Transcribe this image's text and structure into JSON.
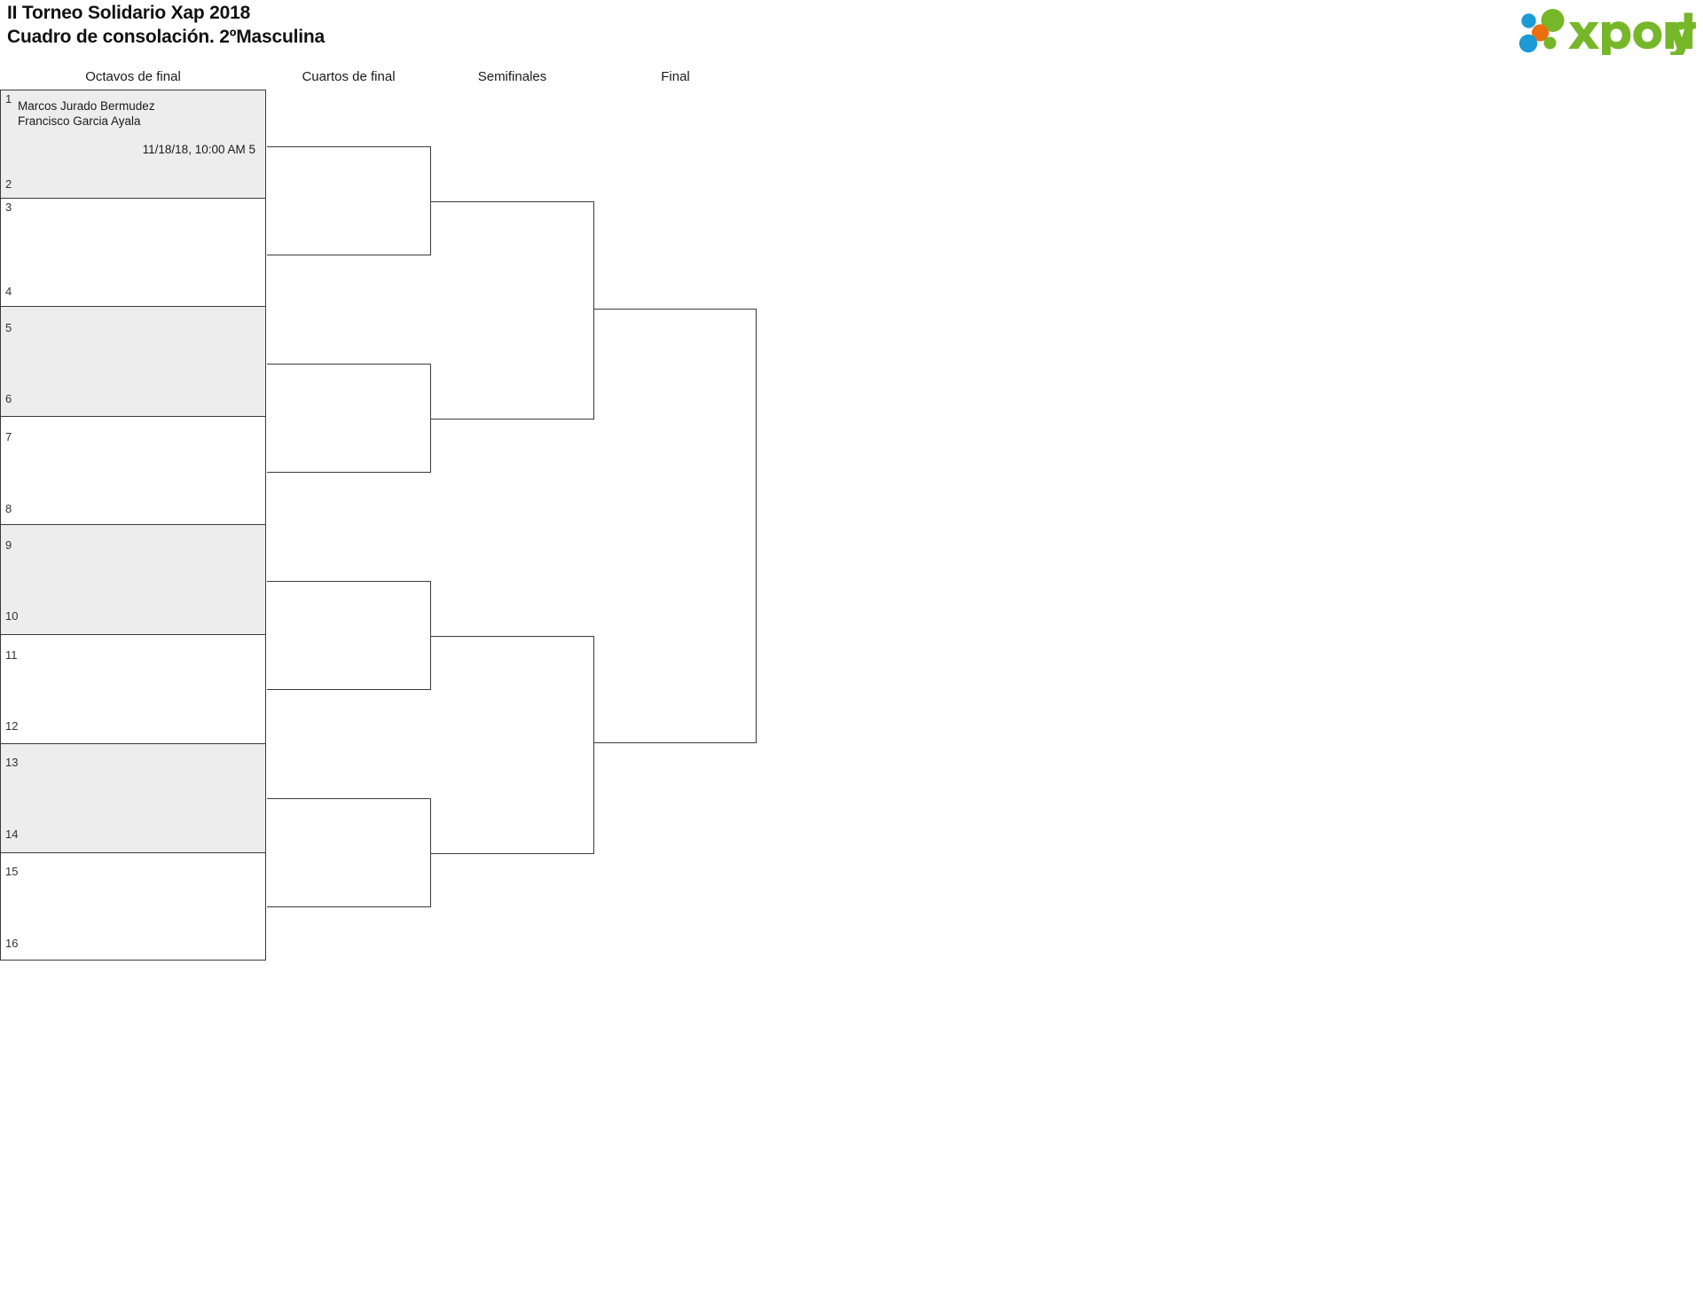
{
  "header": {
    "title_line1": "II Torneo Solidario Xap 2018",
    "title_line2": "Cuadro de consolación. 2ºMasculina",
    "logo_text": "xporty",
    "logo_colors": {
      "green": "#76b729",
      "blue": "#1b9ad6",
      "orange": "#e8700f"
    }
  },
  "bracket": {
    "type": "single-elimination",
    "size": 16,
    "rounds": [
      {
        "name": "octavos",
        "label": "Octavos de final"
      },
      {
        "name": "cuartos",
        "label": "Cuartos de final"
      },
      {
        "name": "semifinales",
        "label": "Semifinales"
      },
      {
        "name": "final",
        "label": "Final"
      }
    ],
    "seeds": [
      {
        "number": "1",
        "players": [
          "Marcos Jurado Bermudez",
          "Francisco Garcia Ayala"
        ],
        "shaded": true
      },
      {
        "number": "2",
        "players": [],
        "shaded": true
      },
      {
        "number": "3",
        "players": [],
        "shaded": false
      },
      {
        "number": "4",
        "players": [],
        "shaded": false
      },
      {
        "number": "5",
        "players": [],
        "shaded": true
      },
      {
        "number": "6",
        "players": [],
        "shaded": true
      },
      {
        "number": "7",
        "players": [],
        "shaded": false
      },
      {
        "number": "8",
        "players": [],
        "shaded": false
      },
      {
        "number": "9",
        "players": [],
        "shaded": true
      },
      {
        "number": "10",
        "players": [],
        "shaded": true
      },
      {
        "number": "11",
        "players": [],
        "shaded": false
      },
      {
        "number": "12",
        "players": [],
        "shaded": false
      },
      {
        "number": "13",
        "players": [],
        "shaded": true
      },
      {
        "number": "14",
        "players": [],
        "shaded": true
      },
      {
        "number": "15",
        "players": [],
        "shaded": false
      },
      {
        "number": "16",
        "players": [],
        "shaded": false
      }
    ],
    "matches": [
      {
        "round": "octavos",
        "slot": 1,
        "seed_top": "1",
        "seed_bottom": "2",
        "info": "11/18/18, 10:00 AM 5"
      }
    ]
  }
}
